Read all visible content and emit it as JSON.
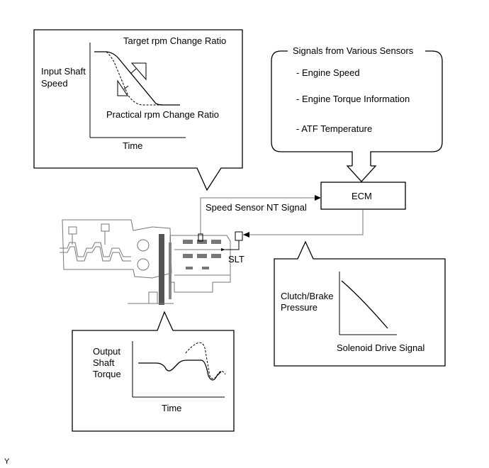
{
  "top_left_graph": {
    "ylabel_lines": [
      "Input Shaft",
      "Speed"
    ],
    "xlabel": "Time",
    "target_label": "Target rpm Change Ratio",
    "practical_label": "Practical rpm Change Ratio"
  },
  "signals_box": {
    "title": "Signals from Various Sensors",
    "items": [
      "- Engine Speed",
      "- Engine Torque Information",
      "- ATF Temperature"
    ]
  },
  "ecm_label": "ECM",
  "speed_sensor_label": "Speed Sensor NT Signal",
  "slt_label": "SLT",
  "pressure_graph": {
    "ylabel_lines": [
      "Clutch/Brake",
      "Pressure"
    ],
    "xlabel": "Solenoid Drive Signal"
  },
  "torque_graph": {
    "ylabel_lines": [
      "Output",
      "Shaft",
      "Torque"
    ],
    "xlabel": "Time"
  },
  "corner_mark": "Y"
}
